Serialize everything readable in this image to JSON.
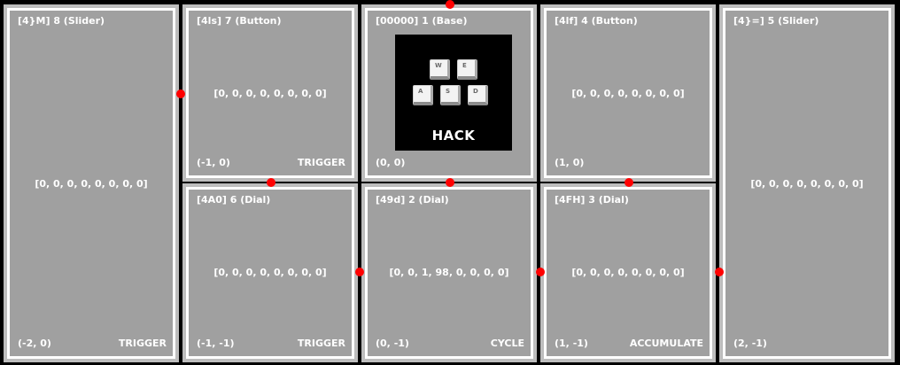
{
  "modules": {
    "m8": {
      "title": "[4}M] 8 (Slider)",
      "state": "[0, 0, 0, 0, 0, 0, 0, 0]",
      "coord": "(-2, 0)",
      "mode": "TRIGGER"
    },
    "m7": {
      "title": "[4ls] 7 (Button)",
      "state": "[0, 0, 0, 0, 0, 0, 0, 0]",
      "coord": "(-1, 0)",
      "mode": "TRIGGER"
    },
    "m1": {
      "title": "[00000] 1 (Base)",
      "coord": "(0, 0)"
    },
    "m4": {
      "title": "[4lf] 4 (Button)",
      "state": "[0, 0, 0, 0, 0, 0, 0, 0]",
      "coord": "(1, 0)"
    },
    "m5": {
      "title": "[4}=] 5 (Slider)",
      "state": "[0, 0, 0, 0, 0, 0, 0, 0]",
      "coord": "(2, -1)"
    },
    "m6": {
      "title": "[4A0] 6 (Dial)",
      "state": "[0, 0, 0, 0, 0, 0, 0, 0]",
      "coord": "(-1, -1)",
      "mode": "TRIGGER"
    },
    "m2": {
      "title": "[49d] 2 (Dial)",
      "state": "[0, 0, 1, 98, 0, 0, 0, 0]",
      "coord": "(0, -1)",
      "mode": "CYCLE"
    },
    "m3": {
      "title": "[4FH] 3 (Dial)",
      "state": "[0, 0, 0, 0, 0, 0, 0, 0]",
      "coord": "(1, -1)",
      "mode": "ACCUMULATE"
    }
  },
  "logo": {
    "keys": [
      "W",
      "E",
      "A",
      "S",
      "D"
    ],
    "text": "HACK"
  },
  "colors": {
    "background": "#000000",
    "panel": "#a0a0a0",
    "panel_border": "#ffffff",
    "connector": "#ff0000"
  }
}
